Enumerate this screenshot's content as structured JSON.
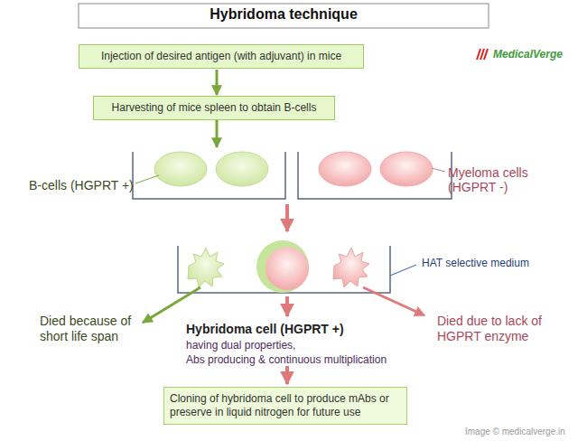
{
  "diagram": {
    "title": "Hybridoma technique",
    "nodes": [
      {
        "text": [
          "Injection of desired antigen (with adjuvant) in mice"
        ]
      },
      {
        "text": [
          "Harvesting of mice spleen to obtain B-cells"
        ]
      },
      {
        "text": [
          "Cloning of hybridoma cell to produce mAbs or preserve in liquid nitrogen for future use"
        ]
      }
    ],
    "edges": [
      {
        "from": 0,
        "to": 1,
        "arrow": "to"
      }
    ],
    "labels": [
      "MedicalVerge",
      "B-cells (HGPRT +)",
      "Myeloma cells (HGPRT -)",
      "HAT selective medium",
      "Died because of short life span",
      "Hybridoma cell (HGPRT +)",
      "having dual properties,",
      "Abs producing & continuous multiplication",
      "Died due to lack of HGPRT enzyme",
      "Image © medicalverge.in"
    ]
  }
}
